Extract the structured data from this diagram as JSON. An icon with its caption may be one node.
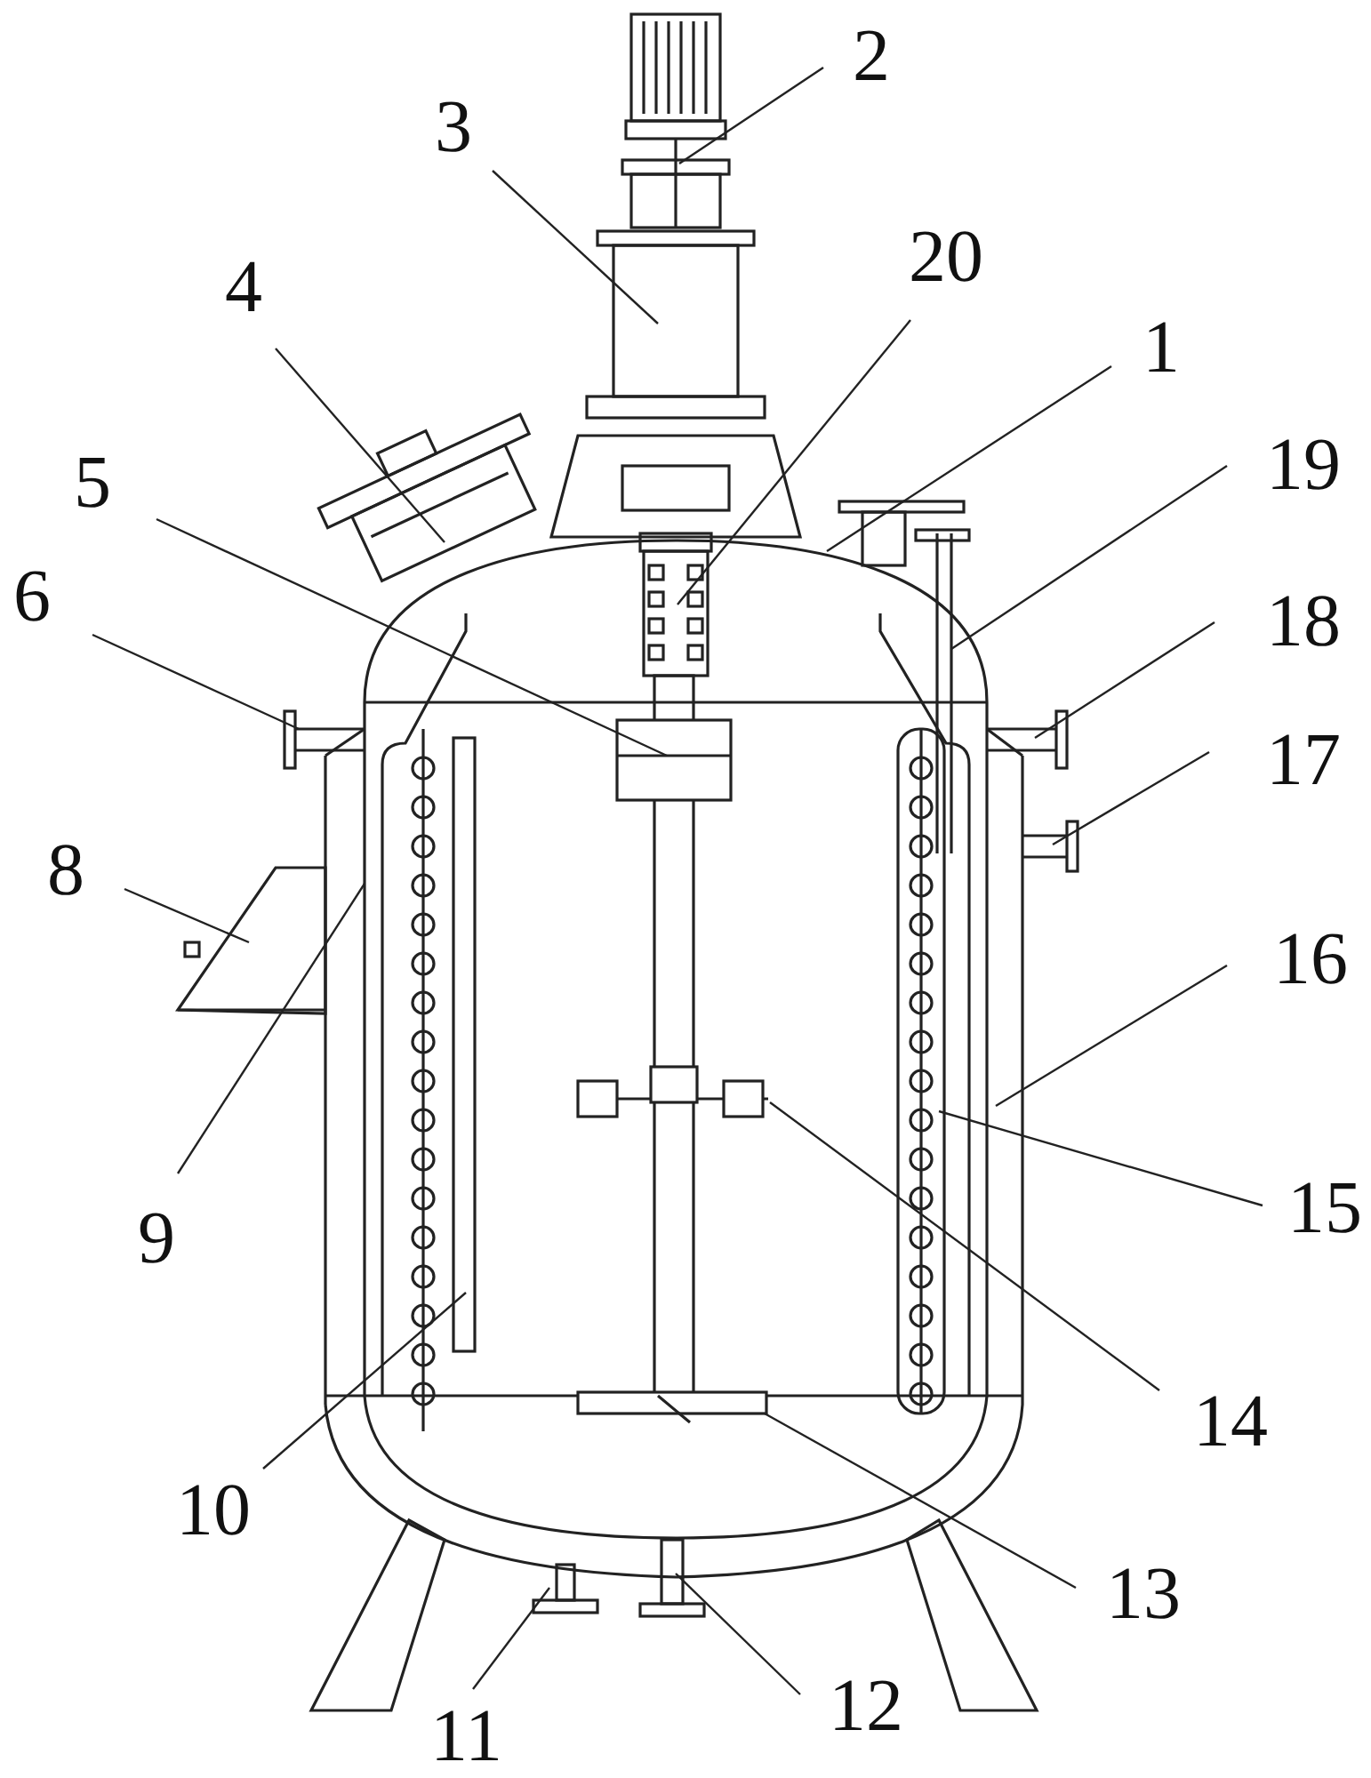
{
  "diagram": {
    "nodes": [
      {
        "text": [
          "2"
        ]
      },
      {
        "text": [
          "3"
        ]
      },
      {
        "text": [
          "20"
        ]
      },
      {
        "text": [
          "4"
        ]
      },
      {
        "text": [
          "1"
        ]
      },
      {
        "text": [
          "19"
        ]
      },
      {
        "text": [
          "5"
        ]
      },
      {
        "text": [
          "6"
        ]
      },
      {
        "text": [
          "18"
        ]
      },
      {
        "text": [
          "17"
        ]
      },
      {
        "text": [
          "8"
        ]
      },
      {
        "text": [
          "16"
        ]
      },
      {
        "text": [
          "15"
        ]
      },
      {
        "text": [
          "9"
        ]
      },
      {
        "text": [
          "14"
        ]
      },
      {
        "text": [
          "10"
        ]
      },
      {
        "text": [
          "13"
        ]
      },
      {
        "text": [
          "12"
        ]
      },
      {
        "text": [
          "11"
        ]
      }
    ],
    "edges": [
      {
        "from": 0,
        "to": null,
        "arrow": "none"
      },
      {
        "from": 1,
        "to": null,
        "arrow": "none"
      },
      {
        "from": 2,
        "to": null,
        "arrow": "none"
      },
      {
        "from": 3,
        "to": null,
        "arrow": "none"
      },
      {
        "from": 4,
        "to": null,
        "arrow": "none"
      },
      {
        "from": 5,
        "to": null,
        "arrow": "none"
      },
      {
        "from": 6,
        "to": null,
        "arrow": "none"
      },
      {
        "from": 7,
        "to": null,
        "arrow": "none"
      },
      {
        "from": 8,
        "to": null,
        "arrow": "none"
      },
      {
        "from": 9,
        "to": null,
        "arrow": "none"
      },
      {
        "from": 10,
        "to": null,
        "arrow": "none"
      },
      {
        "from": 11,
        "to": null,
        "arrow": "none"
      },
      {
        "from": 12,
        "to": null,
        "arrow": "none"
      },
      {
        "from": 13,
        "to": null,
        "arrow": "none"
      },
      {
        "from": 14,
        "to": null,
        "arrow": "none"
      },
      {
        "from": 15,
        "to": null,
        "arrow": "none"
      },
      {
        "from": 16,
        "to": null,
        "arrow": "none"
      },
      {
        "from": 17,
        "to": null,
        "arrow": "none"
      },
      {
        "from": 18,
        "to": null,
        "arrow": "none"
      }
    ]
  }
}
